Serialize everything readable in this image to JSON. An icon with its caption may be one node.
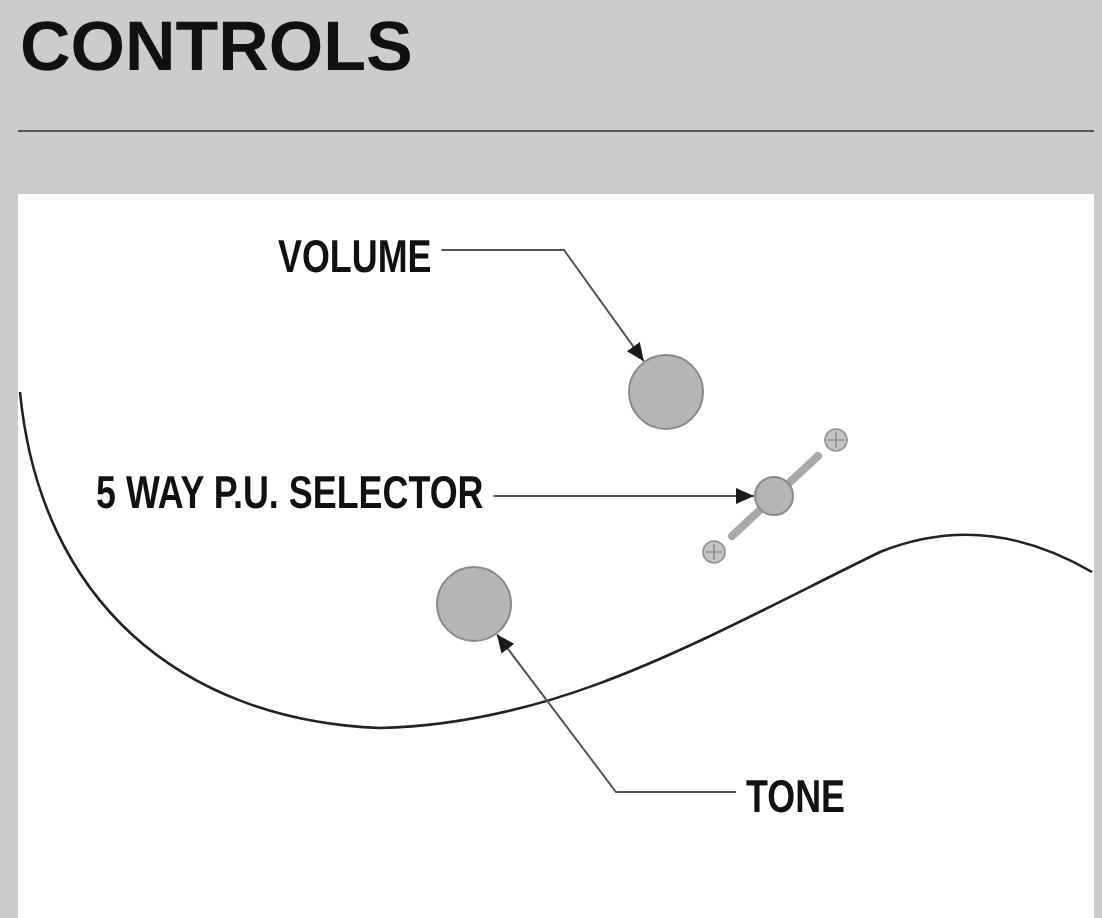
{
  "diagram": {
    "title": "CONTROLS",
    "nodes": [
      {
        "text": [
          "VOLUME"
        ]
      },
      {
        "text": [],
        "shape": "circle"
      },
      {
        "text": [
          "5 WAY P.U. SELECTOR"
        ]
      },
      {
        "text": [],
        "shape": "circle"
      },
      {
        "text": [],
        "shape": "circle"
      },
      {
        "text": [
          "TONE"
        ]
      }
    ],
    "edges": [
      {
        "from": 0,
        "to": 1,
        "arrow": "to"
      },
      {
        "from": 2,
        "to": 3,
        "arrow": "to"
      },
      {
        "from": 5,
        "to": 4,
        "arrow": "to"
      }
    ]
  }
}
